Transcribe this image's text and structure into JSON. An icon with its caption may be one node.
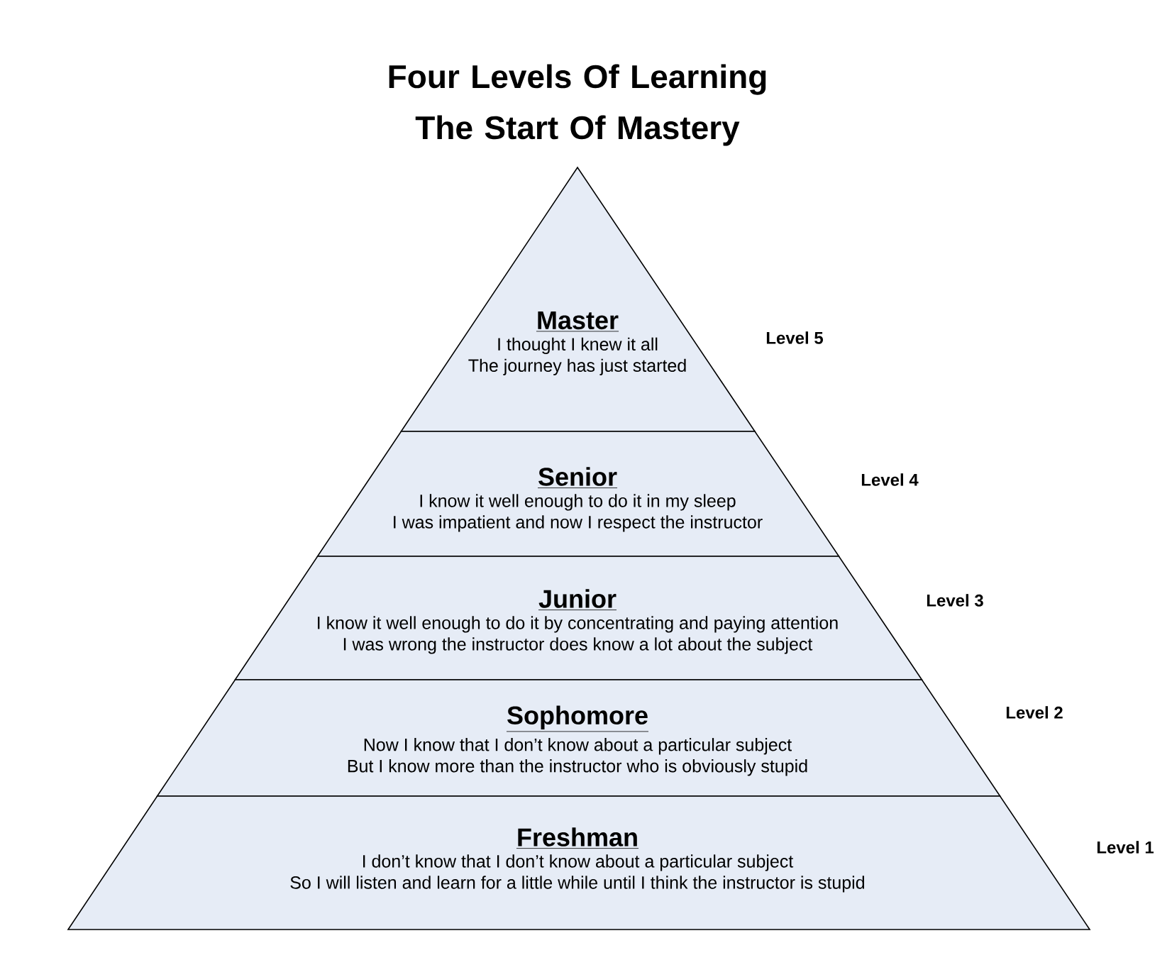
{
  "diagram": {
    "title": "Four Levels Of Learning The Start Of Mastery",
    "nodes": [
      {
        "text": [
          "Master",
          "I thought I knew it all",
          "The journey has just started"
        ],
        "beside": [
          "Level 5"
        ]
      },
      {
        "text": [
          "Senior",
          "I know it well enough to do it in my sleep",
          "I was impatient and now I respect the instructor"
        ],
        "beside": [
          "Level 4"
        ]
      },
      {
        "text": [
          "Junior",
          "I know it well enough to do it by concentrating and paying attention",
          "I was wrong the instructor does know a lot about the subject"
        ],
        "beside": [
          "Level 3"
        ]
      },
      {
        "text": [
          "Sophomore",
          "Now I know that I don’t know about a particular subject",
          "But I know more than the instructor who is obviously stupid"
        ],
        "beside": [
          "Level 2"
        ]
      },
      {
        "text": [
          "Freshman",
          "I don’t know that I don’t know about a particular subject",
          "So I will listen and learn for a little while until I think the instructor is stupid"
        ],
        "beside": [
          "Level 1"
        ]
      }
    ],
    "edges": []
  }
}
